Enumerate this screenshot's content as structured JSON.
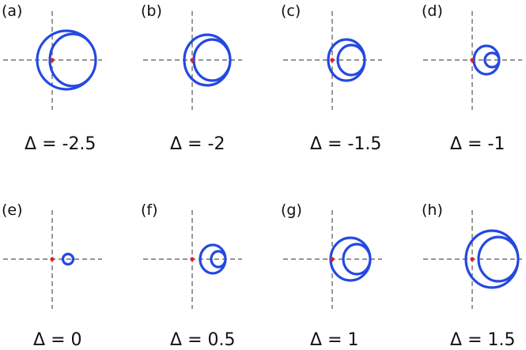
{
  "colors": {
    "curve": "#2449e0",
    "origin_dot": "#e02020",
    "axes": "#555555"
  },
  "panels": [
    {
      "label": "(a)",
      "delta_symbol": "Δ",
      "delta_value": "-2.5"
    },
    {
      "label": "(b)",
      "delta_symbol": "Δ",
      "delta_value": "-2"
    },
    {
      "label": "(c)",
      "delta_symbol": "Δ",
      "delta_value": "-1.5"
    },
    {
      "label": "(d)",
      "delta_symbol": "Δ",
      "delta_value": "-1"
    },
    {
      "label": "(e)",
      "delta_symbol": "Δ",
      "delta_value": "0"
    },
    {
      "label": "(f)",
      "delta_symbol": "Δ",
      "delta_value": "0.5"
    },
    {
      "label": "(g)",
      "delta_symbol": "Δ",
      "delta_value": "1"
    },
    {
      "label": "(h)",
      "delta_symbol": "Δ",
      "delta_value": "1.5"
    }
  ]
}
